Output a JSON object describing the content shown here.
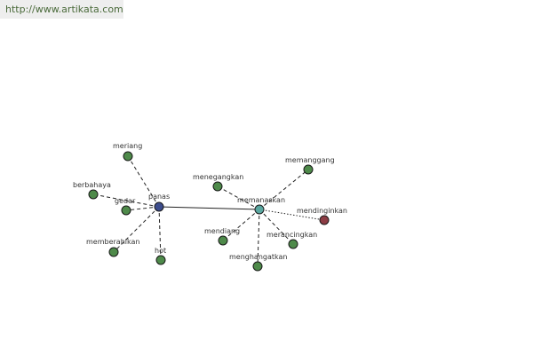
{
  "header": {
    "url": "http://www.artikata.com"
  },
  "colors": {
    "node_default": "#4e8a4a",
    "node_primary": "#3c4c8c",
    "node_secondary": "#5aa7a0",
    "node_antonym": "#8c3c44",
    "node_stroke": "#1a1a1a"
  },
  "nodes": {
    "panas": "panas",
    "memanaskan": "memanaskan",
    "meriang": "meriang",
    "berbahaya": "berbahaya",
    "gedar": "gedar",
    "memberahikan": "memberahikan",
    "hot": "hot",
    "menegangkan": "menegangkan",
    "memanggang": "memanggang",
    "mendinginkan": "mendinginkan",
    "mendiang": "mendiang",
    "merancingkan": "merancingkan",
    "menghangatkan": "menghangatkan"
  }
}
